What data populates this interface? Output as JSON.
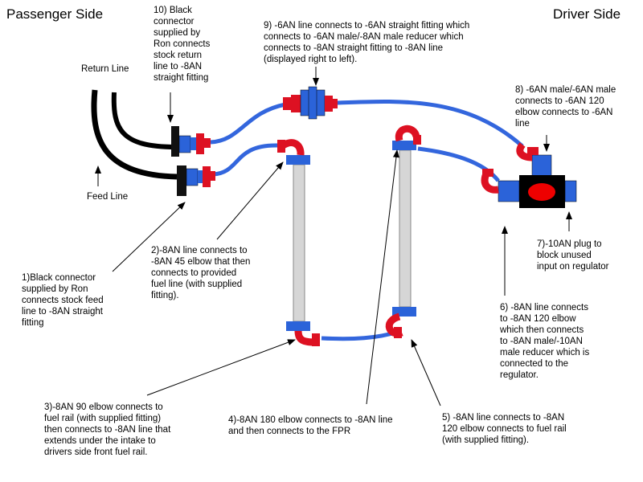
{
  "headers": {
    "passenger": "Passenger Side",
    "driver": "Driver Side"
  },
  "labels": {
    "return_line": "Return Line",
    "feed_line": "Feed Line",
    "note10": "10) Black\nconnector\nsupplied by\nRon connects\nstock return\nline to -8AN\nstraight fitting",
    "note9": "9) -6AN line connects to -6AN straight fitting which\nconnects to -6AN male/-8AN male reducer which\nconnects to -8AN straight fitting to -8AN line\n(displayed right to left).",
    "note8": "8) -6AN male/-6AN male\nconnects to -6AN 120\nelbow connects to -6AN\nline",
    "note7": "7)-10AN plug to\nblock unused\ninput on regulator",
    "note6": "6) -8AN line connects\nto -8AN 120 elbow\nwhich then connects\nto -8AN male/-10AN\nmale reducer which is\nconnected to the\nregulator.",
    "note2": "2)-8AN line connects to\n-8AN 45 elbow that then\nconnects to provided\nfuel line (with supplied\nfitting).",
    "note1": "1)Black connector\nsupplied by Ron\nconnects stock feed\nline to -8AN straight\nfitting",
    "note3": "3)-8AN 90 elbow connects to\nfuel rail (with supplied fitting)\nthen connects to -8AN line that\nextends under the intake to\ndrivers side front fuel rail.",
    "note4": "4)-8AN 180 elbow connects to -8AN line\nand then connects to the FPR",
    "note5": "5) -8AN line connects to -8AN\n120 elbow connects to fuel rail\n(with supplied fitting)."
  },
  "colors": {
    "line": "#3366dd",
    "fitting": "#dd1122",
    "connector": "#111111",
    "adapter": "#2b63d9",
    "rail": "#d6d6d6",
    "regulator_body": "#000000",
    "regulator_center": "#ee0000"
  }
}
